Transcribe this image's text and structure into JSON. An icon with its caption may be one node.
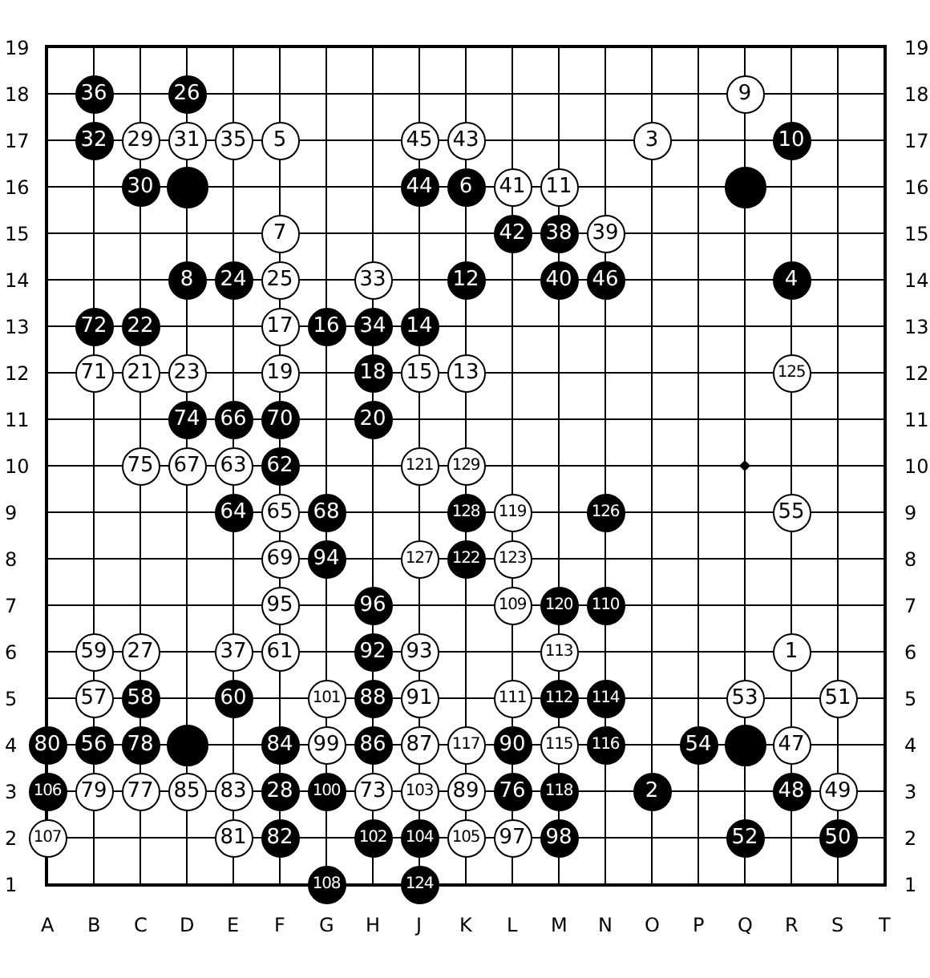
{
  "diagram": {
    "nodes": [
      {
        "text": [
          "36"
        ]
      },
      {
        "text": [
          "26"
        ]
      },
      {
        "text": [
          "9"
        ]
      },
      {
        "text": [
          "32"
        ]
      },
      {
        "text": [
          "29"
        ]
      },
      {
        "text": [
          "31"
        ]
      },
      {
        "text": [
          "35"
        ]
      },
      {
        "text": [
          "5"
        ]
      },
      {
        "text": [
          "45"
        ]
      },
      {
        "text": [
          "43"
        ]
      },
      {
        "text": [
          "3"
        ]
      },
      {
        "text": [
          "10"
        ]
      },
      {
        "text": [
          "30"
        ]
      },
      {
        "text": [],
        "shape": "circle"
      },
      {
        "text": [
          "44"
        ]
      },
      {
        "text": [
          "6"
        ]
      },
      {
        "text": [
          "41"
        ]
      },
      {
        "text": [
          "11"
        ]
      },
      {
        "text": [],
        "shape": "circle"
      },
      {
        "text": [
          "7"
        ]
      },
      {
        "text": [
          "42"
        ]
      },
      {
        "text": [
          "38"
        ]
      },
      {
        "text": [
          "39"
        ]
      },
      {
        "text": [
          "8"
        ]
      },
      {
        "text": [
          "24"
        ]
      },
      {
        "text": [
          "25"
        ]
      },
      {
        "text": [
          "33"
        ]
      },
      {
        "text": [
          "12"
        ]
      },
      {
        "text": [
          "40"
        ]
      },
      {
        "text": [
          "46"
        ]
      },
      {
        "text": [
          "4"
        ]
      },
      {
        "text": [
          "72"
        ]
      },
      {
        "text": [
          "22"
        ]
      },
      {
        "text": [
          "17"
        ]
      },
      {
        "text": [
          "16"
        ]
      },
      {
        "text": [
          "34"
        ]
      },
      {
        "text": [
          "14"
        ]
      },
      {
        "text": [
          "71"
        ]
      },
      {
        "text": [
          "21"
        ]
      },
      {
        "text": [
          "23"
        ]
      },
      {
        "text": [
          "19"
        ]
      },
      {
        "text": [
          "18"
        ]
      },
      {
        "text": [
          "15"
        ]
      },
      {
        "text": [
          "13"
        ]
      },
      {
        "text": [
          "125"
        ]
      },
      {
        "text": [
          "74"
        ]
      },
      {
        "text": [
          "66"
        ]
      },
      {
        "text": [
          "70"
        ]
      },
      {
        "text": [
          "20"
        ]
      },
      {
        "text": [
          "75"
        ]
      },
      {
        "text": [
          "67"
        ]
      },
      {
        "text": [
          "63"
        ]
      },
      {
        "text": [
          "62"
        ]
      },
      {
        "text": [
          "121"
        ]
      },
      {
        "text": [
          "129"
        ]
      },
      {
        "text": [
          "64"
        ]
      },
      {
        "text": [
          "65"
        ]
      },
      {
        "text": [
          "68"
        ]
      },
      {
        "text": [
          "128"
        ]
      },
      {
        "text": [
          "119"
        ]
      },
      {
        "text": [
          "126"
        ]
      },
      {
        "text": [
          "55"
        ]
      },
      {
        "text": [
          "69"
        ]
      },
      {
        "text": [
          "94"
        ]
      },
      {
        "text": [
          "127"
        ]
      },
      {
        "text": [
          "122"
        ]
      },
      {
        "text": [
          "123"
        ]
      },
      {
        "text": [
          "95"
        ]
      },
      {
        "text": [
          "96"
        ]
      },
      {
        "text": [
          "109"
        ]
      },
      {
        "text": [
          "120"
        ]
      },
      {
        "text": [
          "110"
        ]
      },
      {
        "text": [
          "59"
        ]
      },
      {
        "text": [
          "27"
        ]
      },
      {
        "text": [
          "37"
        ]
      },
      {
        "text": [
          "61"
        ]
      },
      {
        "text": [
          "92"
        ]
      },
      {
        "text": [
          "93"
        ]
      },
      {
        "text": [
          "113"
        ]
      },
      {
        "text": [
          "1"
        ]
      },
      {
        "text": [
          "57"
        ]
      },
      {
        "text": [
          "58"
        ]
      },
      {
        "text": [
          "60"
        ]
      },
      {
        "text": [
          "101"
        ]
      },
      {
        "text": [
          "88"
        ]
      },
      {
        "text": [
          "91"
        ]
      },
      {
        "text": [
          "111"
        ]
      },
      {
        "text": [
          "112"
        ]
      },
      {
        "text": [
          "114"
        ]
      },
      {
        "text": [
          "53"
        ]
      },
      {
        "text": [
          "51"
        ]
      },
      {
        "text": [
          "80"
        ]
      },
      {
        "text": [
          "56"
        ]
      },
      {
        "text": [
          "78"
        ]
      },
      {
        "text": [],
        "shape": "circle"
      },
      {
        "text": [
          "84"
        ]
      },
      {
        "text": [
          "99"
        ]
      },
      {
        "text": [
          "86"
        ]
      },
      {
        "text": [
          "87"
        ]
      },
      {
        "text": [
          "117"
        ]
      },
      {
        "text": [
          "90"
        ]
      },
      {
        "text": [
          "115"
        ]
      },
      {
        "text": [
          "116"
        ]
      },
      {
        "text": [
          "54"
        ]
      },
      {
        "text": [],
        "shape": "circle"
      },
      {
        "text": [
          "47"
        ]
      },
      {
        "text": [
          "106"
        ]
      },
      {
        "text": [
          "79"
        ]
      },
      {
        "text": [
          "77"
        ]
      },
      {
        "text": [
          "85"
        ]
      },
      {
        "text": [
          "83"
        ]
      },
      {
        "text": [
          "28"
        ]
      },
      {
        "text": [
          "100"
        ]
      },
      {
        "text": [
          "73"
        ]
      },
      {
        "text": [
          "103"
        ]
      },
      {
        "text": [
          "89"
        ]
      },
      {
        "text": [
          "76"
        ]
      },
      {
        "text": [
          "118"
        ]
      },
      {
        "text": [
          "2"
        ]
      },
      {
        "text": [
          "48"
        ]
      },
      {
        "text": [
          "49"
        ]
      },
      {
        "text": [
          "107"
        ]
      },
      {
        "text": [
          "81"
        ]
      },
      {
        "text": [
          "82"
        ]
      },
      {
        "text": [
          "102"
        ]
      },
      {
        "text": [
          "104"
        ]
      },
      {
        "text": [
          "105"
        ]
      },
      {
        "text": [
          "97"
        ]
      },
      {
        "text": [
          "98"
        ]
      },
      {
        "text": [
          "52"
        ]
      },
      {
        "text": [
          "50"
        ]
      },
      {
        "text": [
          "108"
        ]
      },
      {
        "text": [
          "124"
        ]
      }
    ],
    "labels": [
      "19",
      "19",
      "18",
      "18",
      "17",
      "17",
      "16",
      "16",
      "15",
      "15",
      "14",
      "14",
      "13",
      "13",
      "12",
      "12",
      "11",
      "11",
      "10",
      "10",
      "9",
      "9",
      "8",
      "8",
      "7",
      "7",
      "6",
      "6",
      "5",
      "5",
      "4",
      "4",
      "3",
      "3",
      "2",
      "2",
      "1",
      "1",
      "A",
      "B",
      "C",
      "D",
      "E",
      "F",
      "G",
      "H",
      "J",
      "K",
      "L",
      "M",
      "N",
      "O",
      "P",
      "Q",
      "R",
      "S",
      "T"
    ]
  }
}
